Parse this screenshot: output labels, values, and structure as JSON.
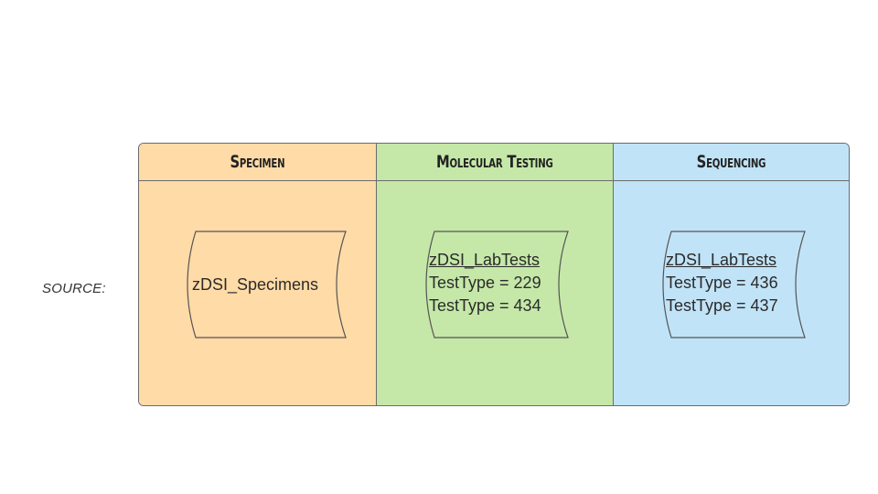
{
  "source_label": "SOURCE:",
  "lanes": [
    {
      "title": "Specimen",
      "color": "#ffdba7",
      "store": {
        "lines": [
          "zDSI_Specimens"
        ]
      }
    },
    {
      "title": "Molecular Testing",
      "color": "#c5e8a8",
      "store": {
        "name": "zDSI_LabTests",
        "lines": [
          "TestType = 229",
          "TestType = 434"
        ]
      }
    },
    {
      "title": "Sequencing",
      "color": "#c1e3f7",
      "store": {
        "name": "zDSI_LabTests",
        "lines": [
          "TestType = 436",
          "TestType = 437"
        ]
      }
    }
  ]
}
